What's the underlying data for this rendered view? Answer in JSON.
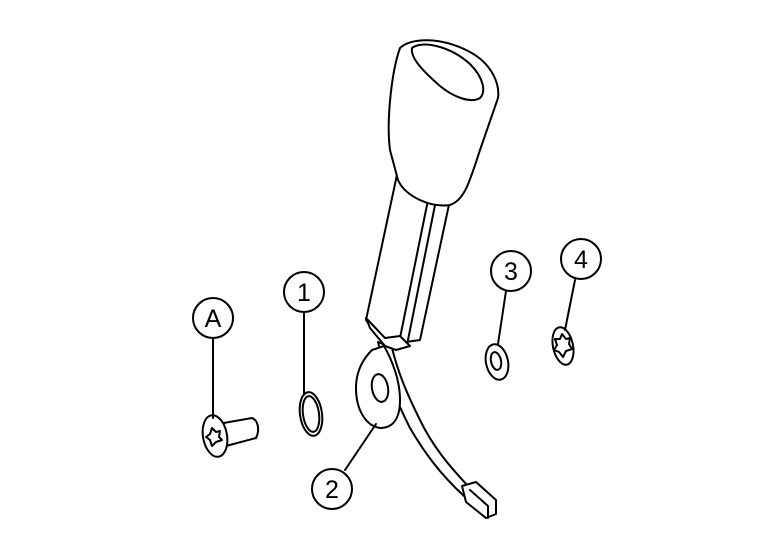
{
  "diagram": {
    "callouts": {
      "a": "A",
      "one": "1",
      "two": "2",
      "three": "3",
      "four": "4"
    }
  }
}
